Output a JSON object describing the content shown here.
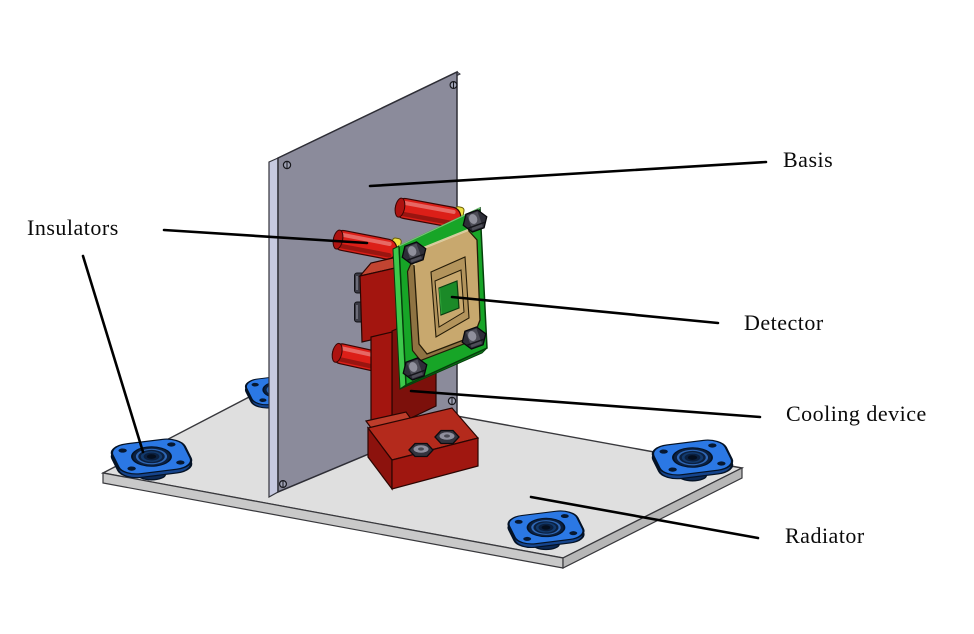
{
  "figure": {
    "type": "3d-cad-assembly-diagram",
    "background": "#ffffff",
    "description": "Isometric CAD rendering of a detector assembly on a radiator base plate with annotated leader lines"
  },
  "annotations": [
    {
      "id": "insulators",
      "label": "Insulators"
    },
    {
      "id": "basis",
      "label": "Basis"
    },
    {
      "id": "detector",
      "label": "Detector"
    },
    {
      "id": "cooling_device",
      "label": "Cooling device"
    },
    {
      "id": "radiator",
      "label": "Radiator"
    }
  ],
  "colors": {
    "basis_plate": "#8B8B9B",
    "basis_edge": "#C6C9E0",
    "radiator_plate": "#DFDFDF",
    "insulator_rod_red": "#DC1F18",
    "flange_blue": "#2B78E4",
    "cooling_red": "#A3150F",
    "pcb_green": "#17A527",
    "package_tan": "#C8A86E",
    "detector_chip_green": "#1B8A28",
    "washer_yellow": "#EDE040",
    "leader_line": "#000000"
  }
}
